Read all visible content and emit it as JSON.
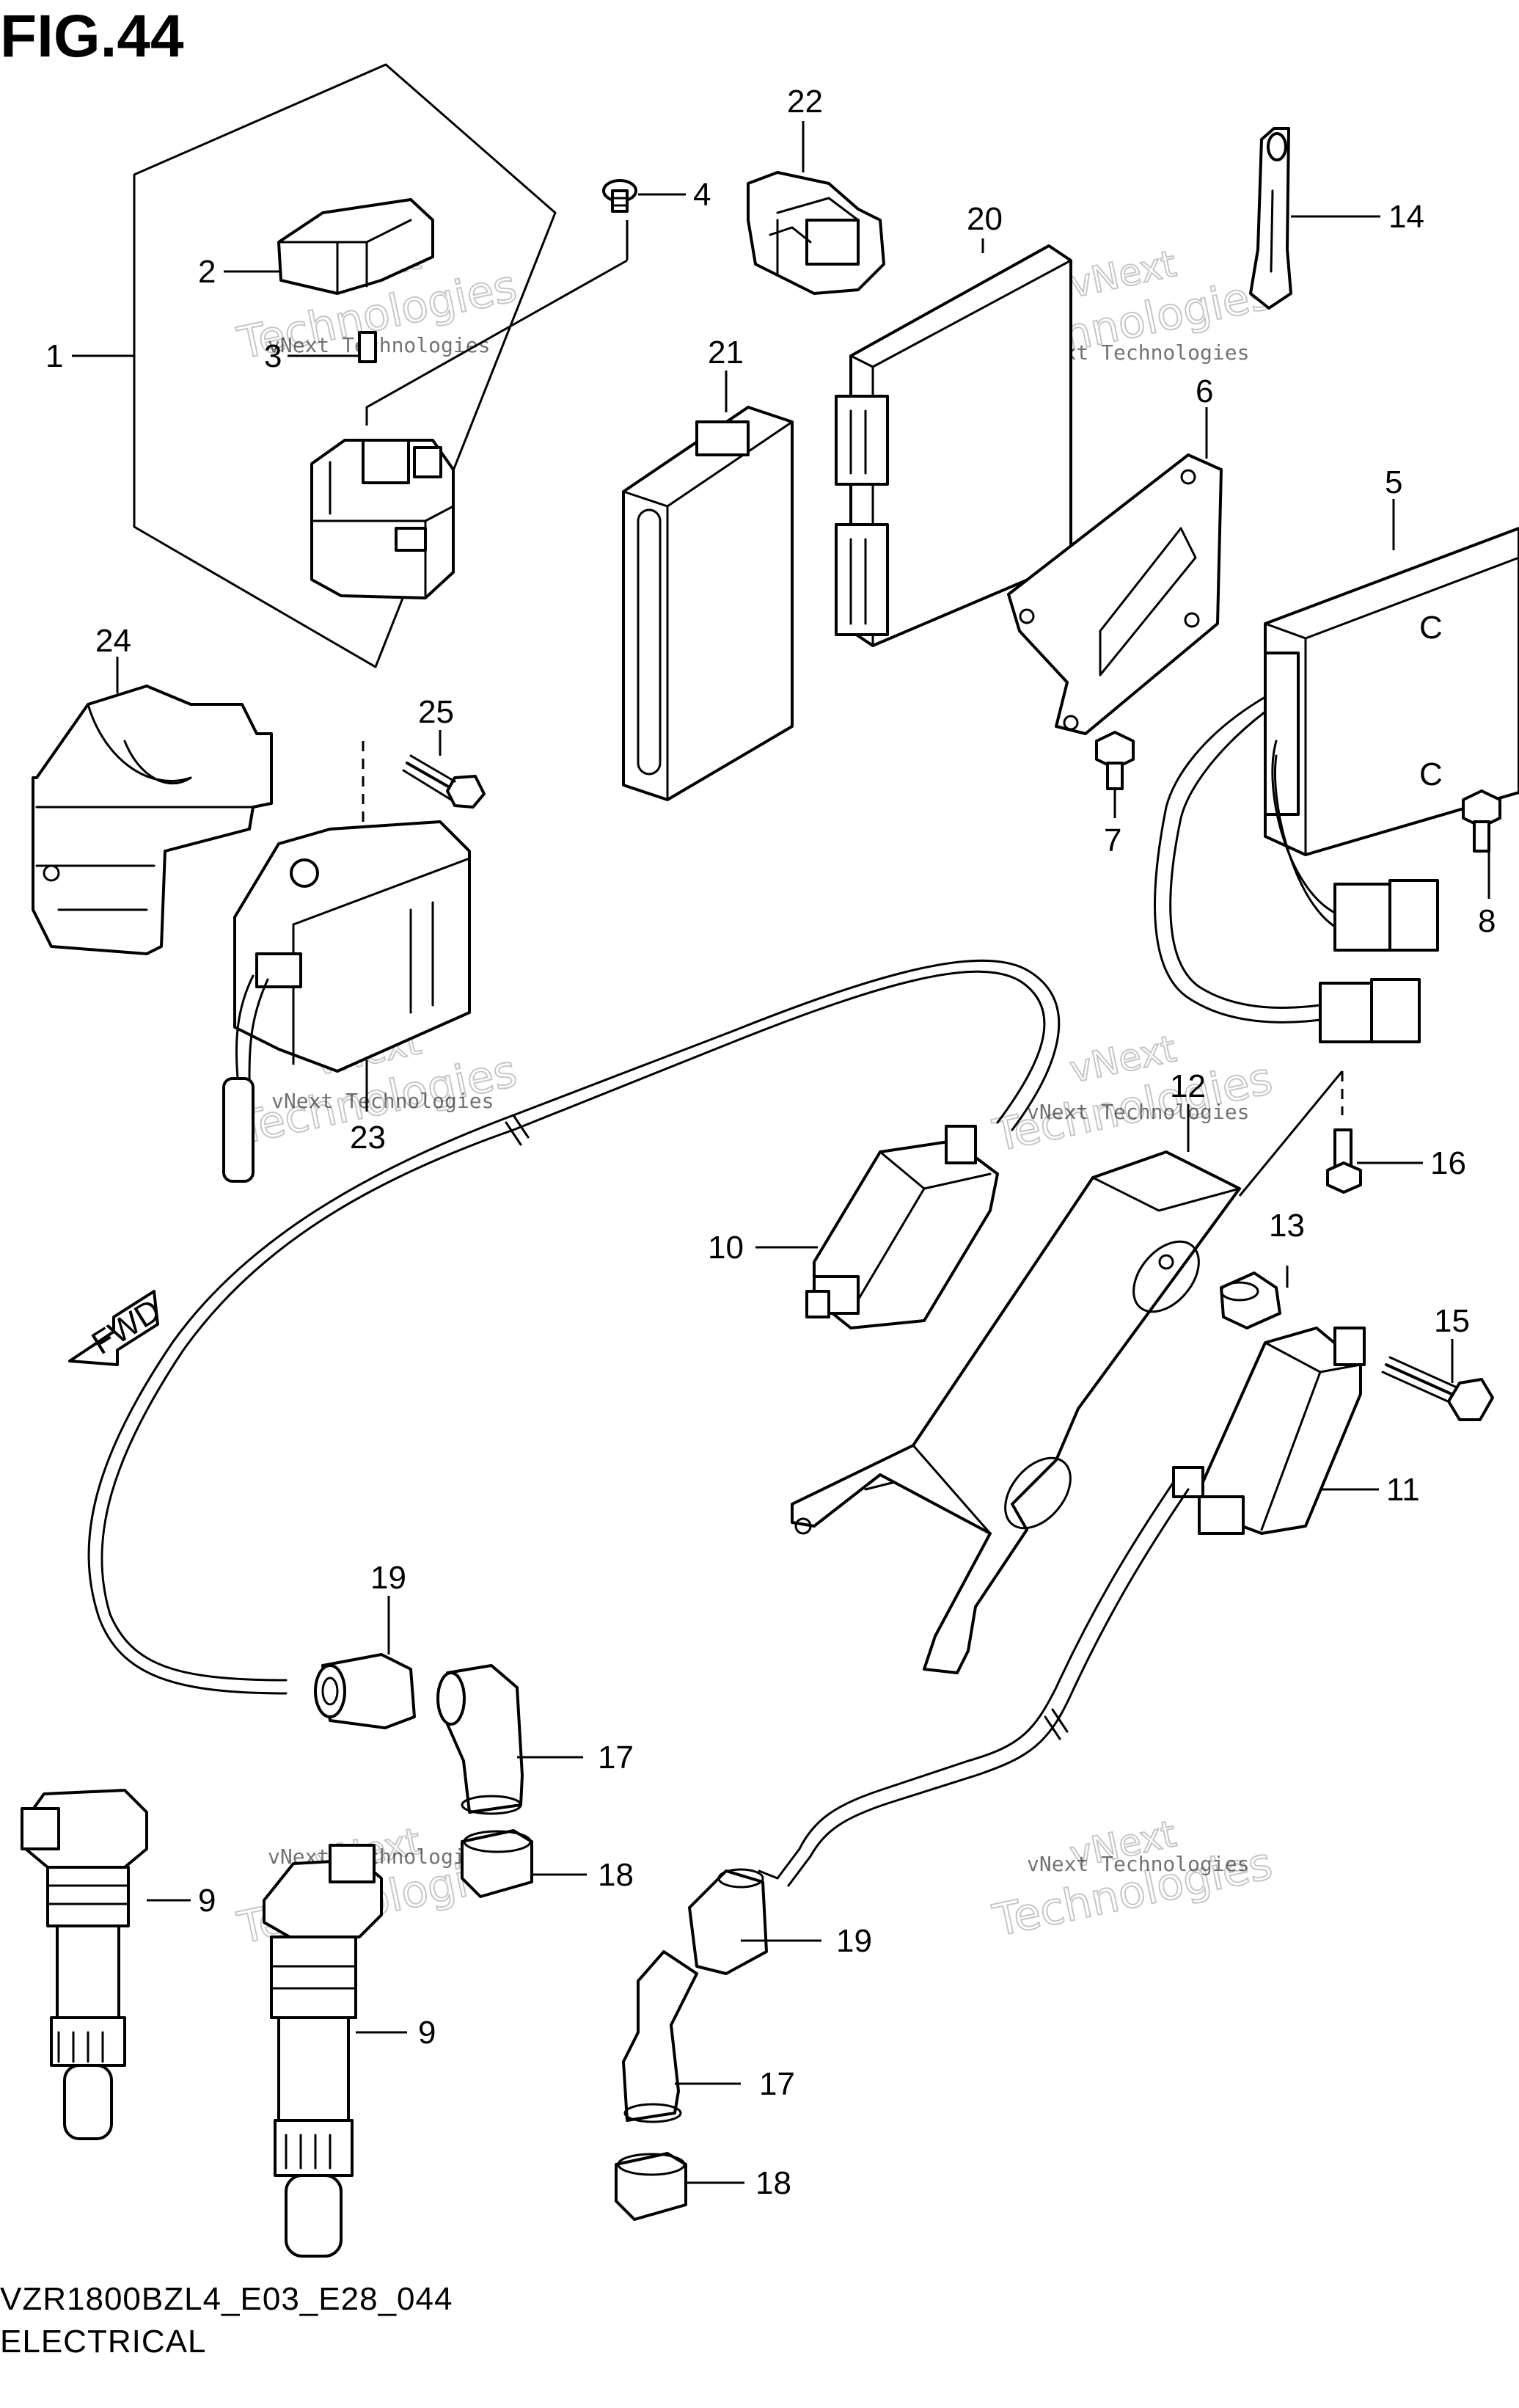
{
  "figure": {
    "title": "FIG.44"
  },
  "footer": {
    "code": "VZR1800BZL4_E03_E28_044",
    "name": "ELECTRICAL"
  },
  "callouts": [
    {
      "id": "1",
      "label": "1"
    },
    {
      "id": "2",
      "label": "2"
    },
    {
      "id": "3",
      "label": "3"
    },
    {
      "id": "4",
      "label": "4"
    },
    {
      "id": "5",
      "label": "5"
    },
    {
      "id": "6",
      "label": "6"
    },
    {
      "id": "7",
      "label": "7"
    },
    {
      "id": "8",
      "label": "8"
    },
    {
      "id": "9a",
      "label": "9"
    },
    {
      "id": "9b",
      "label": "9"
    },
    {
      "id": "10",
      "label": "10"
    },
    {
      "id": "11",
      "label": "11"
    },
    {
      "id": "12",
      "label": "12"
    },
    {
      "id": "13",
      "label": "13"
    },
    {
      "id": "14",
      "label": "14"
    },
    {
      "id": "15",
      "label": "15"
    },
    {
      "id": "16",
      "label": "16"
    },
    {
      "id": "17a",
      "label": "17"
    },
    {
      "id": "17b",
      "label": "17"
    },
    {
      "id": "18a",
      "label": "18"
    },
    {
      "id": "18b",
      "label": "18"
    },
    {
      "id": "19a",
      "label": "19"
    },
    {
      "id": "19b",
      "label": "19"
    },
    {
      "id": "20",
      "label": "20"
    },
    {
      "id": "21",
      "label": "21"
    },
    {
      "id": "22",
      "label": "22"
    },
    {
      "id": "23",
      "label": "23"
    },
    {
      "id": "24",
      "label": "24"
    },
    {
      "id": "25",
      "label": "25"
    }
  ],
  "fwd_mark": "FWD",
  "watermark": {
    "line1": "vNext Technologies",
    "line2": "vNext",
    "line3": "Technologies"
  },
  "part_letter": "C"
}
